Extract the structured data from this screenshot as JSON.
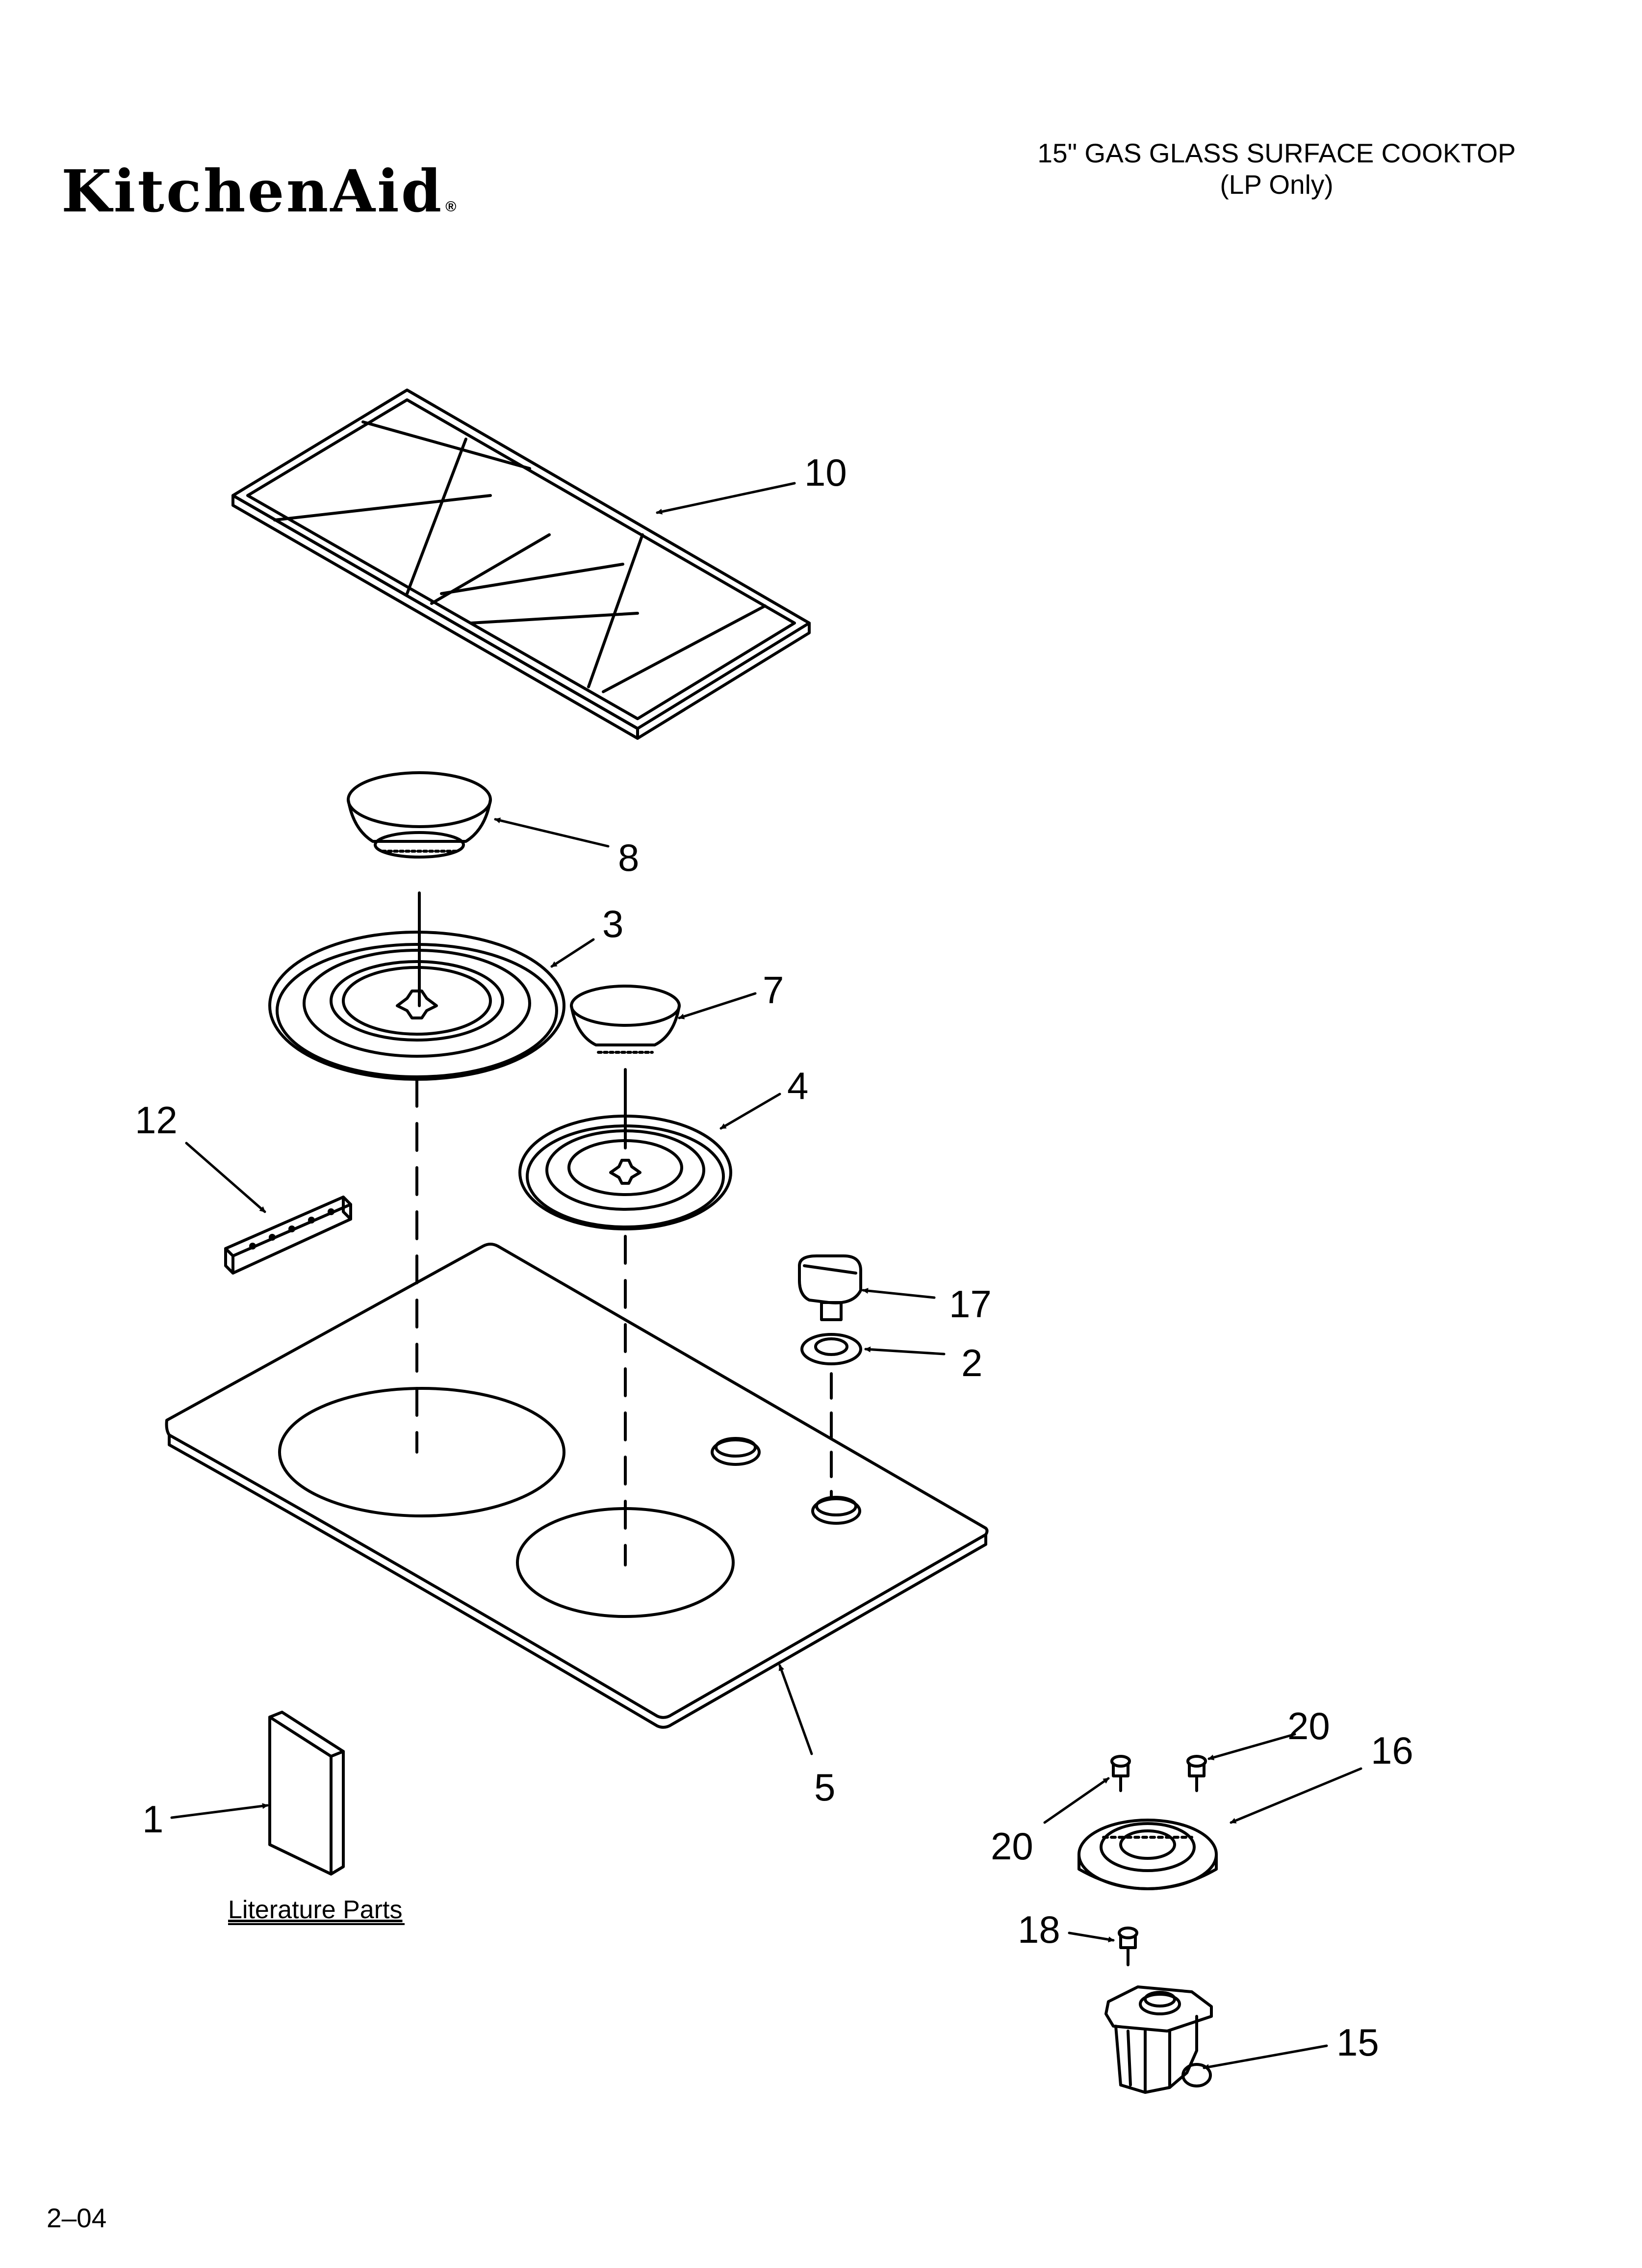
{
  "brand": {
    "name": "KitchenAid",
    "mark": "®"
  },
  "header": {
    "title_line1": "15\" GAS GLASS SURFACE COOKTOP",
    "title_line2": "(LP Only)"
  },
  "callouts": {
    "c1": "1",
    "c2": "2",
    "c3": "3",
    "c4": "4",
    "c5": "5",
    "c7": "7",
    "c8": "8",
    "c10": "10",
    "c12": "12",
    "c15": "15",
    "c16": "16",
    "c17": "17",
    "c18": "18",
    "c20a": "20",
    "c20b": "20"
  },
  "literature_label": "Literature Parts",
  "footer": {
    "code": "2–04"
  },
  "colors": {
    "ink": "#000000",
    "paper": "#ffffff"
  }
}
